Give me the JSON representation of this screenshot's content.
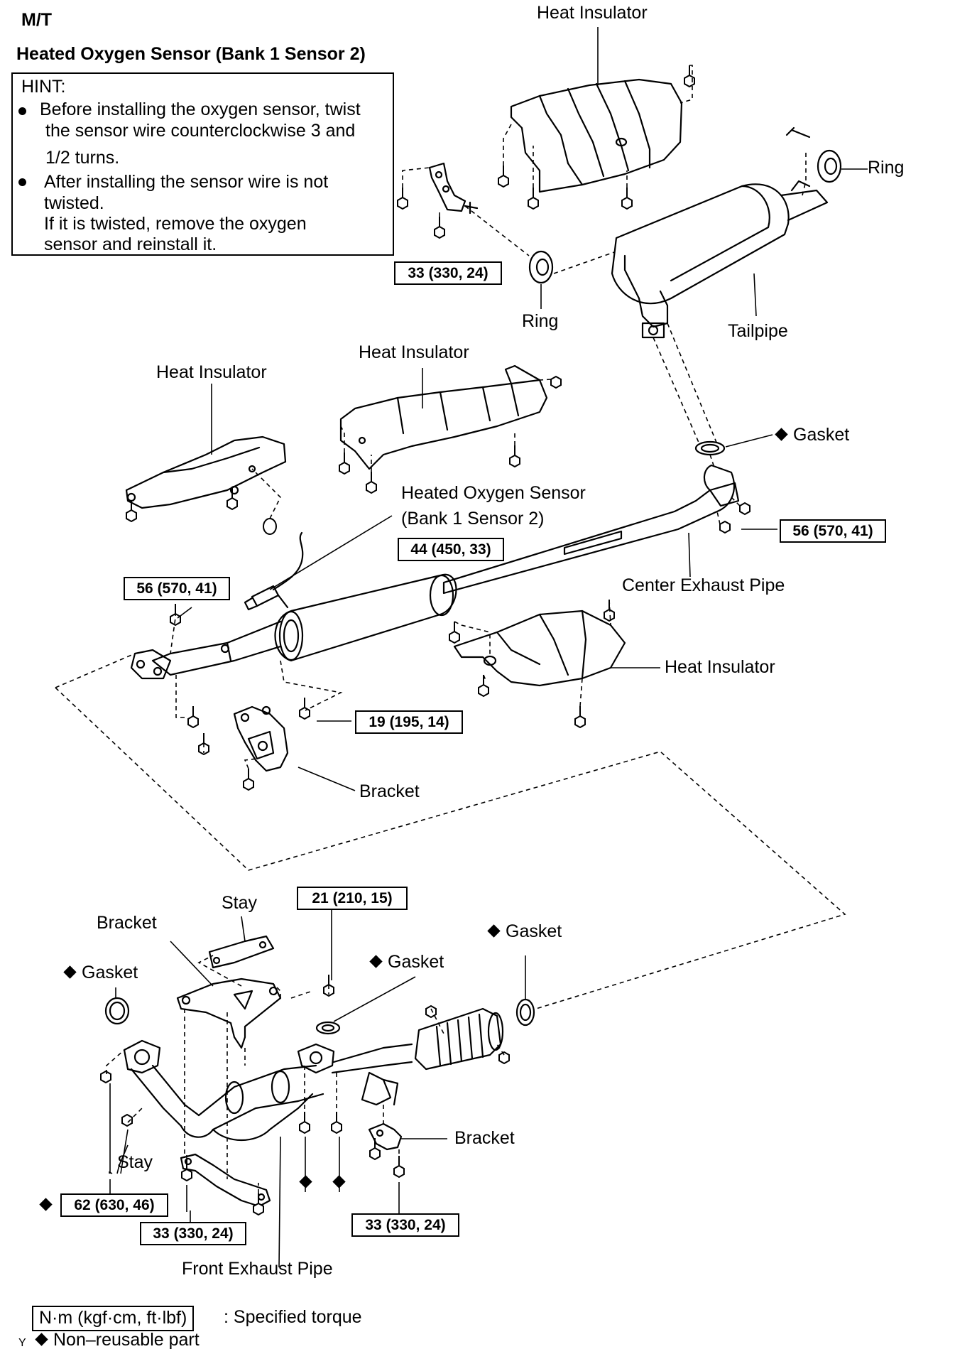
{
  "header": {
    "transmission": "M/T",
    "section_title": "Heated Oxygen Sensor (Bank 1 Sensor 2)"
  },
  "hint": {
    "title": "HINT:",
    "bullet1_line1": "Before installing the oxygen sensor, twist",
    "bullet1_line2": "the sensor wire counterclockwise 3 and",
    "bullet1_line3": "1/2 turns.",
    "bullet2_line1": "After installing the sensor wire is not",
    "bullet2_line2": "twisted.",
    "bullet2_line3": "If it is twisted, remove the oxygen",
    "bullet2_line4": "sensor and reinstall it."
  },
  "labels": {
    "heat_insulator_top": "Heat Insulator",
    "ring_right": "Ring",
    "ring_left": "Ring",
    "tailpipe": "Tailpipe",
    "heat_insulator_mid": "Heat Insulator",
    "heat_insulator_left": "Heat Insulator",
    "gasket_upper": "Gasket",
    "hos_line1": "Heated Oxygen Sensor",
    "hos_line2": "(Bank 1 Sensor 2)",
    "center_exhaust_pipe": "Center Exhaust Pipe",
    "heat_insulator_lower": "Heat Insulator",
    "bracket_upper": "Bracket",
    "stay_top": "Stay",
    "bracket_left": "Bracket",
    "gasket_left": "Gasket",
    "gasket_center": "Gasket",
    "gasket_right": "Gasket",
    "bracket_lower_right": "Bracket",
    "stay_bottom": "Stay",
    "front_exhaust_pipe": "Front Exhaust Pipe"
  },
  "torques": {
    "t1": "33 (330, 24)",
    "t2": "56 (570, 41)",
    "t3": "44 (450, 33)",
    "t4": "56 (570, 41)",
    "t5": "19 (195, 14)",
    "t6": "21 (210, 15)",
    "t7": "62 (630, 46)",
    "t8": "33 (330, 24)",
    "t9": "33 (330, 24)"
  },
  "legend": {
    "torque_unit": "N·m (kgf·cm, ft·lbf)",
    "torque_desc": ": Specified torque",
    "nonreusable": "Non–reusable part",
    "corner_mark": "Y"
  }
}
